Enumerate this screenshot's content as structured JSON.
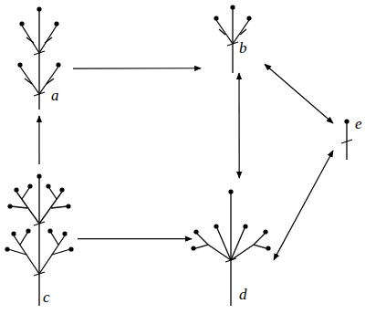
{
  "diagram": {
    "nodes": [
      {
        "text": [
          "a"
        ]
      },
      {
        "text": [
          "b"
        ]
      },
      {
        "text": [
          "c"
        ]
      },
      {
        "text": [
          "d"
        ]
      },
      {
        "text": [
          "e"
        ]
      }
    ],
    "edges": [
      {
        "from": 0,
        "to": 1,
        "arrow": "to"
      },
      {
        "from": 2,
        "to": 0,
        "arrow": "to"
      },
      {
        "from": 2,
        "to": 3,
        "arrow": "to"
      },
      {
        "from": 1,
        "to": 3,
        "arrow": "both"
      },
      {
        "from": 1,
        "to": 4,
        "arrow": "both"
      },
      {
        "from": 3,
        "to": 4,
        "arrow": "both"
      }
    ]
  }
}
